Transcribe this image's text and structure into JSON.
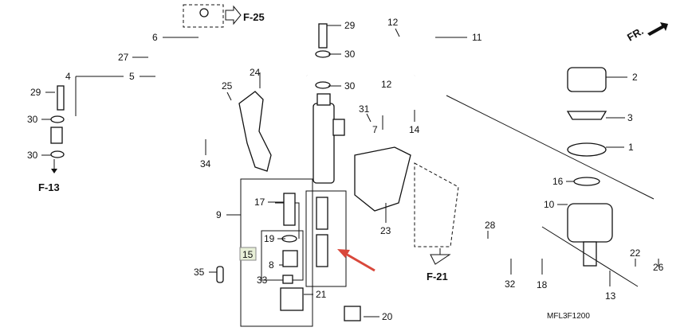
{
  "diagram": {
    "title_code": "MFL3F1200",
    "direction_label": "FR.",
    "refs": {
      "f25": "F-25",
      "f13": "F-13",
      "f21": "F-21"
    },
    "labels": [
      "29",
      "6",
      "12",
      "11",
      "27",
      "30",
      "5",
      "4",
      "24",
      "30",
      "12",
      "2",
      "29",
      "25",
      "31",
      "30",
      "7",
      "14",
      "3",
      "34",
      "1",
      "30",
      "16",
      "10",
      "9",
      "17",
      "23",
      "28",
      "19",
      "15",
      "8",
      "35",
      "33",
      "21",
      "32",
      "18",
      "22",
      "26",
      "13",
      "20"
    ],
    "colors": {
      "arrow": "#d9483b",
      "label_box": "#e8f0d8"
    }
  }
}
